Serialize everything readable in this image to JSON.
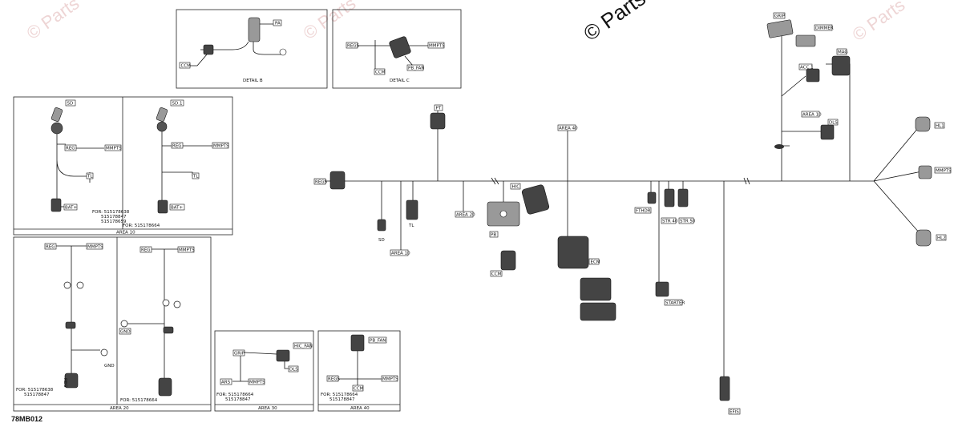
{
  "watermark": {
    "text": "© Parts",
    "faded_text": "© Parts"
  },
  "diagram_code": "78MB012",
  "details": {
    "b": "DETAIL B",
    "c": "DETAIL C"
  },
  "areas": {
    "a10": "AREA 10",
    "a20": "AREA 20",
    "a30": "AREA 30",
    "a40": "AREA 40"
  },
  "connectors": {
    "pa": "PA",
    "ccm": "CCM",
    "regs": "REGS",
    "mmpts": "MMPTS",
    "pb_fan": "PB_FAN",
    "sd": "SD",
    "sd1": "SD.1",
    "reg": "REG",
    "tl": "TL",
    "bat": "BAT+",
    "grip": "GRIP",
    "dimmer": "DIMMER",
    "acc1": "ACC.1",
    "mag": "MAG",
    "dls": "DLS",
    "pt": "PT",
    "hic": "HIC",
    "pb": "PB",
    "sd_short": "SD",
    "hl1": "HL1",
    "hl2": "HL2",
    "fthdr": "FTHDR",
    "str40": "STR 40",
    "str50": "STR 50",
    "starter": "STARTER",
    "ecm": "ECM",
    "efis": "EFIS",
    "gnd": "GND",
    "hic_fan": "HIC_FAN",
    "ars": "ARS",
    "pb_fan2": "PB_FAN"
  },
  "notes": {
    "a10_left": "FOR: 515178638\n515178847\n515178659",
    "a10_right": "FOR: 515178664",
    "a20_left": "FOR: 515178638\n515178847",
    "a20_right": "FOR: 515178664",
    "a30": "FOR: 515178664\n515178847",
    "a40": "FOR: 515178664\n515178847"
  }
}
